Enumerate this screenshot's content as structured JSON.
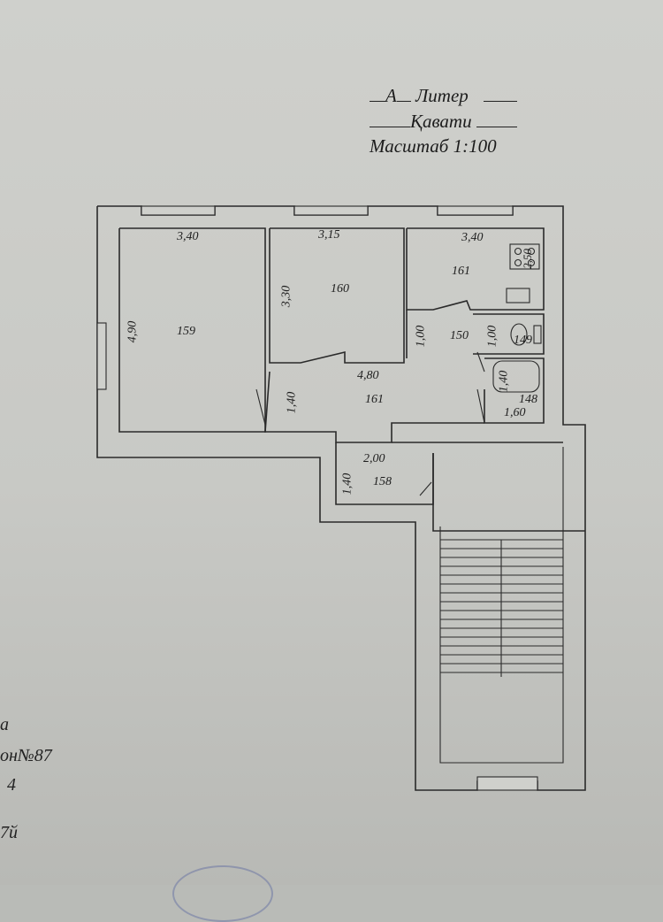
{
  "header": {
    "liter_value": "А",
    "liter_label": "Литер",
    "floor_label": "Қавати",
    "scale_label": "Масштаб 1:100"
  },
  "plan": {
    "room_a": {
      "number": "159",
      "width": "3,40",
      "depth": "4,90"
    },
    "room_b": {
      "number": "160",
      "width": "3,15",
      "depth": "3,30"
    },
    "kitchen": {
      "number": "161",
      "width": "3,40",
      "depth": "2,50"
    },
    "closet": {
      "number": "150",
      "width": "1,00"
    },
    "wc": {
      "number": "149",
      "width": "1,00"
    },
    "bath": {
      "number": "148",
      "width": "1,60",
      "depth": "1,40"
    },
    "hall": {
      "number": "161",
      "width": "4,80",
      "depth": "1,40"
    },
    "entry": {
      "number": "158",
      "width": "2,00",
      "depth": "1,40"
    }
  },
  "margin_fragments": [
    "а",
    "он№87",
    "4",
    "7й"
  ]
}
